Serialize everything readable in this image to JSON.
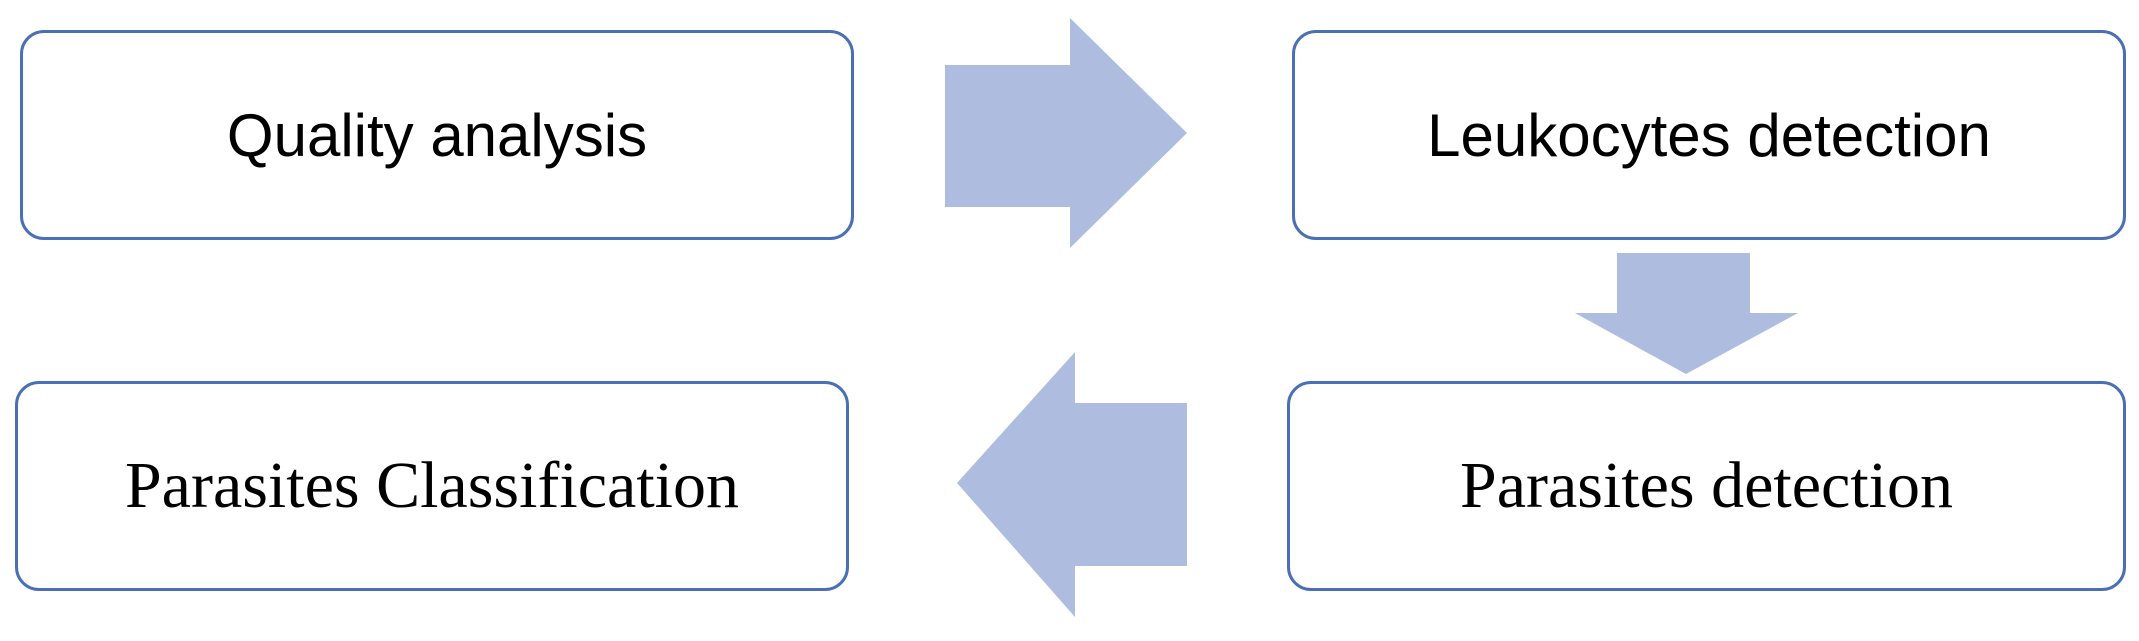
{
  "diagram": {
    "steps": {
      "quality_analysis": "Quality analysis",
      "leukocytes_detection": "Leukocytes detection",
      "parasites_detection": "Parasites detection",
      "parasites_classification": "Parasites Classification"
    },
    "colors": {
      "box_border": "#4a6fb5",
      "arrow_fill": "#aebce0",
      "text": "#000000"
    },
    "flow": [
      {
        "from": "Quality analysis",
        "to": "Leukocytes detection",
        "direction": "right"
      },
      {
        "from": "Leukocytes detection",
        "to": "Parasites detection",
        "direction": "down"
      },
      {
        "from": "Parasites detection",
        "to": "Parasites Classification",
        "direction": "left"
      }
    ]
  }
}
